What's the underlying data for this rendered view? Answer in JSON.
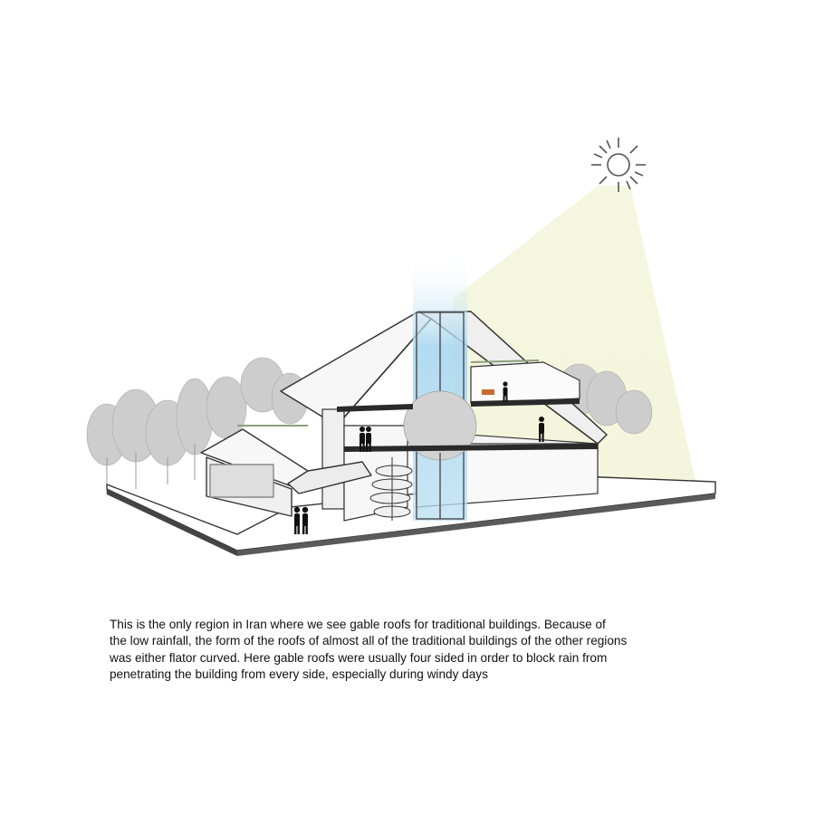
{
  "caption": {
    "lines": [
      "This is the only region in Iran where we see gable roofs for traditional buildings. Because of",
      "the low rainfall, the form of the roofs of almost all of the traditional buildings of the other regions",
      "was either flator curved. Here gable roofs were usually four sided in order to block rain from",
      "penetrating the building from every side, especially during windy days"
    ]
  },
  "colors": {
    "sunlight": "#f3f4d6",
    "skylight_blue": "#a9d6ef",
    "tree_gray": "#c9c9c9",
    "line": "#3a3a3a",
    "wall": "#f4f4f4",
    "floor_slab": "#2a2a2a"
  },
  "icons": {
    "sun": "sun-icon",
    "people": "person-silhouette-icon",
    "trees": "tree-icon",
    "stair": "spiral-staircase-icon"
  }
}
